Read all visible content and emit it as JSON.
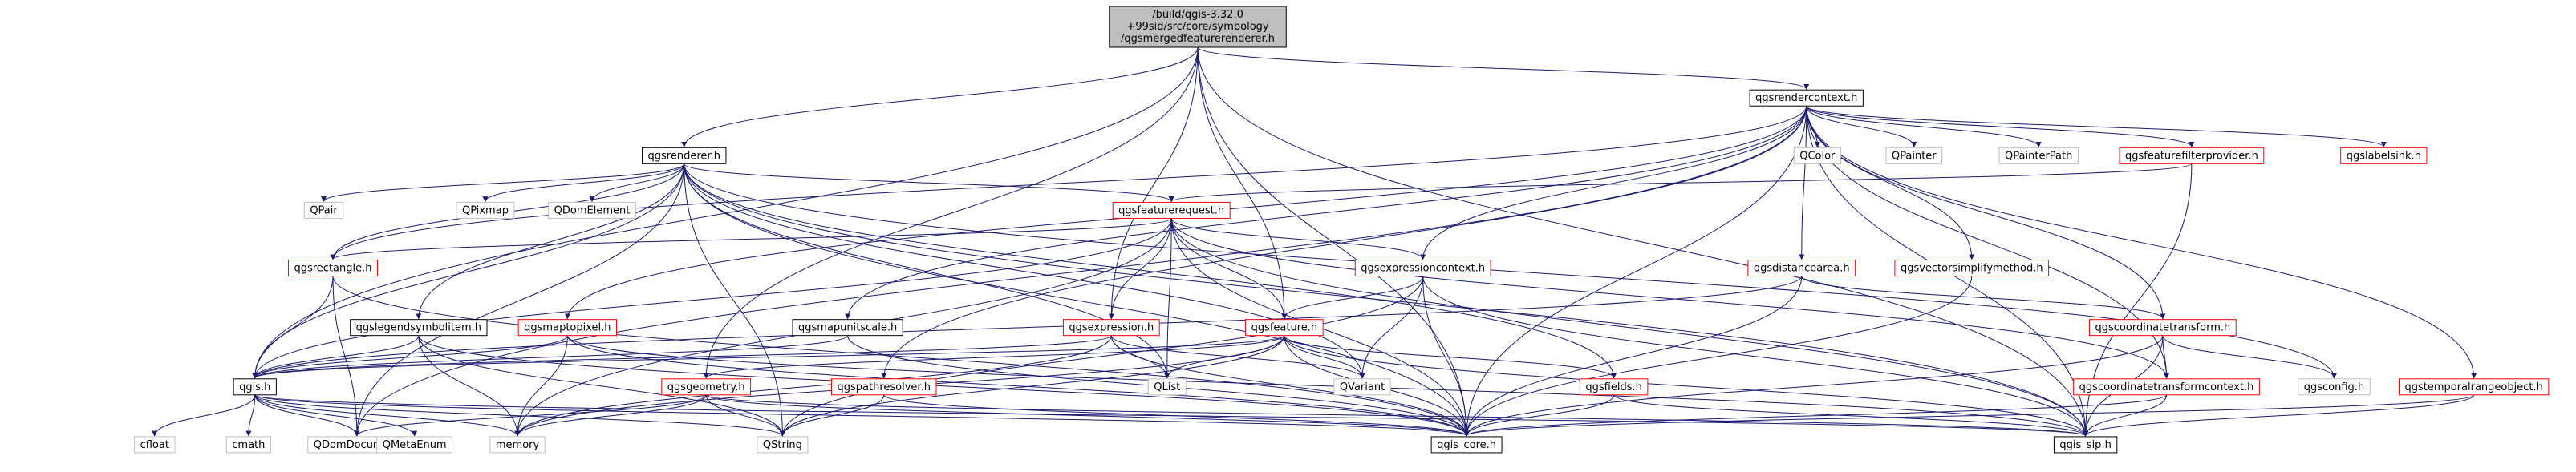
{
  "colors": {
    "node_fill": "#ffffff",
    "root_fill": "#bfbfbf",
    "border_red": "#ff0000",
    "border_black": "#000000",
    "border_grey": "#bfbfbf",
    "edge": "#191970"
  },
  "nodes": [
    {
      "id": "root",
      "lines": [
        "/build/qgis-3.32.0",
        "+99sid/src/core/symbology",
        "/qgsmergedfeaturerenderer.h"
      ],
      "style": "root",
      "link": false
    },
    {
      "id": "qgsrendercontext",
      "lines": [
        "qgsrendercontext.h"
      ],
      "style": "black",
      "link": true
    },
    {
      "id": "qgsrenderer",
      "lines": [
        "qgsrenderer.h"
      ],
      "style": "black",
      "link": true
    },
    {
      "id": "QColor",
      "lines": [
        "QColor"
      ],
      "style": "grey",
      "link": false
    },
    {
      "id": "QPainter",
      "lines": [
        "QPainter"
      ],
      "style": "grey",
      "link": false
    },
    {
      "id": "QPainterPath",
      "lines": [
        "QPainterPath"
      ],
      "style": "grey",
      "link": false
    },
    {
      "id": "qgsfeaturefilterprovider",
      "lines": [
        "qgsfeaturefilterprovider.h"
      ],
      "style": "red",
      "link": true
    },
    {
      "id": "qgslabelsink",
      "lines": [
        "qgslabelsink.h"
      ],
      "style": "red",
      "link": true
    },
    {
      "id": "QPair",
      "lines": [
        "QPair"
      ],
      "style": "grey",
      "link": false
    },
    {
      "id": "QPixmap",
      "lines": [
        "QPixmap"
      ],
      "style": "grey",
      "link": false
    },
    {
      "id": "QDomElement",
      "lines": [
        "QDomElement"
      ],
      "style": "grey",
      "link": false
    },
    {
      "id": "qgsfeaturerequest",
      "lines": [
        "qgsfeaturerequest.h"
      ],
      "style": "red",
      "link": true
    },
    {
      "id": "qgsrectangle",
      "lines": [
        "qgsrectangle.h"
      ],
      "style": "red",
      "link": true
    },
    {
      "id": "qgsexpressioncontext",
      "lines": [
        "qgsexpressioncontext.h"
      ],
      "style": "red",
      "link": true
    },
    {
      "id": "qgsdistancearea",
      "lines": [
        "qgsdistancearea.h"
      ],
      "style": "red",
      "link": true
    },
    {
      "id": "qgsvectorsimplifymethod",
      "lines": [
        "qgsvectorsimplifymethod.h"
      ],
      "style": "red",
      "link": true
    },
    {
      "id": "qgslegendsymbolitem",
      "lines": [
        "qgslegendsymbolitem.h"
      ],
      "style": "black",
      "link": true
    },
    {
      "id": "qgsmaptopixel",
      "lines": [
        "qgsmaptopixel.h"
      ],
      "style": "red",
      "link": true
    },
    {
      "id": "qgsmapunitscale",
      "lines": [
        "qgsmapunitscale.h"
      ],
      "style": "black",
      "link": true
    },
    {
      "id": "qgsexpression",
      "lines": [
        "qgsexpression.h"
      ],
      "style": "red",
      "link": true
    },
    {
      "id": "qgsfeature",
      "lines": [
        "qgsfeature.h"
      ],
      "style": "red",
      "link": true
    },
    {
      "id": "qgscoordinatetransform",
      "lines": [
        "qgscoordinatetransform.h"
      ],
      "style": "red",
      "link": true
    },
    {
      "id": "qgis",
      "lines": [
        "qgis.h"
      ],
      "style": "black",
      "link": true
    },
    {
      "id": "qgsgeometry",
      "lines": [
        "qgsgeometry.h"
      ],
      "style": "red",
      "link": true
    },
    {
      "id": "qgspathresolver",
      "lines": [
        "qgspathresolver.h"
      ],
      "style": "red",
      "link": true
    },
    {
      "id": "QList",
      "lines": [
        "QList"
      ],
      "style": "grey",
      "link": false
    },
    {
      "id": "QVariant",
      "lines": [
        "QVariant"
      ],
      "style": "grey",
      "link": false
    },
    {
      "id": "qgsfields",
      "lines": [
        "qgsfields.h"
      ],
      "style": "red",
      "link": true
    },
    {
      "id": "qgscoordinatetransformcontext",
      "lines": [
        "qgscoordinatetransformcontext.h"
      ],
      "style": "red",
      "link": true
    },
    {
      "id": "qgsconfig",
      "lines": [
        "qgsconfig.h"
      ],
      "style": "grey",
      "link": false
    },
    {
      "id": "qgstemporalrangeobject",
      "lines": [
        "qgstemporalrangeobject.h"
      ],
      "style": "red",
      "link": true
    },
    {
      "id": "cfloat",
      "lines": [
        "cfloat"
      ],
      "style": "grey",
      "link": false
    },
    {
      "id": "cmath",
      "lines": [
        "cmath"
      ],
      "style": "grey",
      "link": false
    },
    {
      "id": "QDomDocument",
      "lines": [
        "QDomDocument"
      ],
      "style": "grey",
      "link": false
    },
    {
      "id": "QMetaEnum",
      "lines": [
        "QMetaEnum"
      ],
      "style": "grey",
      "link": false
    },
    {
      "id": "memory",
      "lines": [
        "memory"
      ],
      "style": "grey",
      "link": false
    },
    {
      "id": "QString",
      "lines": [
        "QString"
      ],
      "style": "grey",
      "link": false
    },
    {
      "id": "qgis_core",
      "lines": [
        "qgis_core.h"
      ],
      "style": "black",
      "link": true
    },
    {
      "id": "qgis_sip",
      "lines": [
        "qgis_sip.h"
      ],
      "style": "black",
      "link": true
    }
  ],
  "edges": [
    [
      "root",
      "qgsrendercontext"
    ],
    [
      "root",
      "qgsrenderer"
    ],
    [
      "root",
      "qgis"
    ],
    [
      "root",
      "qgsexpression"
    ],
    [
      "root",
      "qgsfeature"
    ],
    [
      "root",
      "qgsgeometry"
    ],
    [
      "root",
      "qgis_core"
    ],
    [
      "root",
      "qgis_sip"
    ],
    [
      "qgsrendercontext",
      "QColor"
    ],
    [
      "qgsrendercontext",
      "QPainter"
    ],
    [
      "qgsrendercontext",
      "QPainterPath"
    ],
    [
      "qgsrendercontext",
      "qgsfeaturefilterprovider"
    ],
    [
      "qgsrendercontext",
      "qgslabelsink"
    ],
    [
      "qgsrendercontext",
      "qgsrectangle"
    ],
    [
      "qgsrendercontext",
      "qgsexpressioncontext"
    ],
    [
      "qgsrendercontext",
      "qgsdistancearea"
    ],
    [
      "qgsrendercontext",
      "qgsvectorsimplifymethod"
    ],
    [
      "qgsrendercontext",
      "qgsmaptopixel"
    ],
    [
      "qgsrendercontext",
      "qgsmapunitscale"
    ],
    [
      "qgsrendercontext",
      "qgscoordinatetransform"
    ],
    [
      "qgsrendercontext",
      "qgscoordinatetransformcontext"
    ],
    [
      "qgsrendercontext",
      "qgstemporalrangeobject"
    ],
    [
      "qgsrendercontext",
      "qgspathresolver"
    ],
    [
      "qgsrendercontext",
      "QDomDocument"
    ],
    [
      "qgsrendercontext",
      "qgis_core"
    ],
    [
      "qgsrendercontext",
      "qgis_sip"
    ],
    [
      "qgsrenderer",
      "QPair"
    ],
    [
      "qgsrenderer",
      "QPixmap"
    ],
    [
      "qgsrenderer",
      "QDomElement"
    ],
    [
      "qgsrenderer",
      "qgsfeaturerequest"
    ],
    [
      "qgsrenderer",
      "qgsrectangle"
    ],
    [
      "qgsrenderer",
      "qgslegendsymbolitem"
    ],
    [
      "qgsrenderer",
      "qgis"
    ],
    [
      "qgsrenderer",
      "qgsfields"
    ],
    [
      "qgsrenderer",
      "QVariant"
    ],
    [
      "qgsrenderer",
      "QList"
    ],
    [
      "qgsrenderer",
      "QString"
    ],
    [
      "qgsrenderer",
      "QDomDocument"
    ],
    [
      "qgsrenderer",
      "qgis_core"
    ],
    [
      "qgsrenderer",
      "qgis_sip"
    ],
    [
      "qgsrenderer",
      "qgsconfig"
    ],
    [
      "qgsfeaturefilterprovider",
      "qgsfeaturerequest"
    ],
    [
      "qgsfeaturefilterprovider",
      "qgis_sip"
    ],
    [
      "qgsfeaturerequest",
      "qgsrectangle"
    ],
    [
      "qgsfeaturerequest",
      "qgsexpression"
    ],
    [
      "qgsfeaturerequest",
      "qgsexpressioncontext"
    ],
    [
      "qgsfeaturerequest",
      "qgsfeature"
    ],
    [
      "qgsfeaturerequest",
      "qgscoordinatetransformcontext"
    ],
    [
      "qgsfeaturerequest",
      "QList"
    ],
    [
      "qgsfeaturerequest",
      "memory"
    ],
    [
      "qgsfeaturerequest",
      "qgis_core"
    ],
    [
      "qgsfeaturerequest",
      "qgis_sip"
    ],
    [
      "qgsfeaturerequest",
      "qgis"
    ],
    [
      "qgsrectangle",
      "qgis"
    ],
    [
      "qgsrectangle",
      "qgis_core"
    ],
    [
      "qgsrectangle",
      "QDomDocument"
    ],
    [
      "qgsexpressioncontext",
      "qgsfeature"
    ],
    [
      "qgsexpressioncontext",
      "QVariant"
    ],
    [
      "qgsexpressioncontext",
      "qgis_core"
    ],
    [
      "qgsexpressioncontext",
      "qgis_sip"
    ],
    [
      "qgsexpressioncontext",
      "QString"
    ],
    [
      "qgsdistancearea",
      "qgscoordinatetransform"
    ],
    [
      "qgsdistancearea",
      "qgis_core"
    ],
    [
      "qgsdistancearea",
      "qgis"
    ],
    [
      "qgsvectorsimplifymethod",
      "qgis_core"
    ],
    [
      "qgslegendsymbolitem",
      "qgis"
    ],
    [
      "qgslegendsymbolitem",
      "memory"
    ],
    [
      "qgslegendsymbolitem",
      "qgis_core"
    ],
    [
      "qgslegendsymbolitem",
      "QString"
    ],
    [
      "qgsmaptopixel",
      "qgis"
    ],
    [
      "qgsmaptopixel",
      "qgis_core"
    ],
    [
      "qgsmaptopixel",
      "memory"
    ],
    [
      "qgsmaptopixel",
      "qgis_sip"
    ],
    [
      "qgsmapunitscale",
      "qgis"
    ],
    [
      "qgsmapunitscale",
      "qgis_core"
    ],
    [
      "qgsexpression",
      "qgis"
    ],
    [
      "qgsexpression",
      "QList"
    ],
    [
      "qgsexpression",
      "QVariant"
    ],
    [
      "qgsexpression",
      "qgis_core"
    ],
    [
      "qgsexpression",
      "memory"
    ],
    [
      "qgsfeature",
      "qgis"
    ],
    [
      "qgsfeature",
      "qgsgeometry"
    ],
    [
      "qgsfeature",
      "qgsfields"
    ],
    [
      "qgsfeature",
      "QList"
    ],
    [
      "qgsfeature",
      "QVariant"
    ],
    [
      "qgsfeature",
      "qgis_core"
    ],
    [
      "qgsfeature",
      "qgis_sip"
    ],
    [
      "qgsfeature",
      "memory"
    ],
    [
      "qgsfeature",
      "QString"
    ],
    [
      "qgscoordinatetransform",
      "qgscoordinatetransformcontext"
    ],
    [
      "qgscoordinatetransform",
      "qgsconfig"
    ],
    [
      "qgscoordinatetransform",
      "qgis_core"
    ],
    [
      "qgscoordinatetransform",
      "qgis_sip"
    ],
    [
      "qgis",
      "cfloat"
    ],
    [
      "qgis",
      "cmath"
    ],
    [
      "qgis",
      "QDomDocument"
    ],
    [
      "qgis",
      "QMetaEnum"
    ],
    [
      "qgis",
      "memory"
    ],
    [
      "qgis",
      "QString"
    ],
    [
      "qgis",
      "qgis_core"
    ],
    [
      "qgis",
      "qgis_sip"
    ],
    [
      "qgsgeometry",
      "QDomDocument"
    ],
    [
      "qgsgeometry",
      "memory"
    ],
    [
      "qgsgeometry",
      "QString"
    ],
    [
      "qgsgeometry",
      "qgis_core"
    ],
    [
      "qgsgeometry",
      "qgis_sip"
    ],
    [
      "qgspathresolver",
      "QString"
    ],
    [
      "qgspathresolver",
      "qgis_core"
    ],
    [
      "qgsfields",
      "qgis_core"
    ],
    [
      "qgsfields",
      "qgis_sip"
    ],
    [
      "qgscoordinatetransformcontext",
      "qgis_core"
    ],
    [
      "qgscoordinatetransformcontext",
      "qgis_sip"
    ],
    [
      "qgstemporalrangeobject",
      "qgis_core"
    ],
    [
      "qgstemporalrangeobject",
      "qgis_sip"
    ]
  ]
}
